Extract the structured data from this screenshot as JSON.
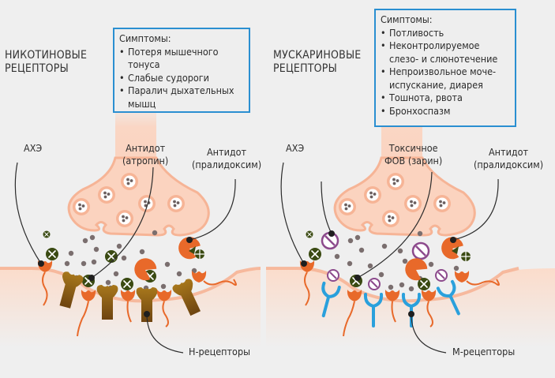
{
  "left_panel": {
    "title_line1": "НИКОТИНОВЫЕ",
    "title_line2": "РЕЦЕПТОРЫ",
    "symptoms": {
      "header": "Симптомы:",
      "items": [
        "Потеря мышечного тонуса",
        "Слабые судороги",
        "Паралич дыхательных мышц"
      ]
    },
    "labels": {
      "ache": "АХЭ",
      "antidote_atropine_line1": "Антидот",
      "antidote_atropine_line2": "(атропин)",
      "antidote_pralidoxime_line1": "Антидот",
      "antidote_pralidoxime_line2": "(пралидоксим)",
      "receptors": "Н-рецепторы"
    }
  },
  "right_panel": {
    "title_line1": "МУСКАРИНОВЫЕ",
    "title_line2": "РЕЦЕПТОРЫ",
    "symptoms": {
      "header": "Симптомы:",
      "items": [
        "Потливость",
        "Неконтролируемое слезо- и слюнотечение",
        "Непроизвольное моче-испускание, диарея",
        "Тошнота, рвота",
        "Бронхоспазм"
      ]
    },
    "labels": {
      "ache": "АХЭ",
      "toxic_line1": "Токсичное",
      "toxic_line2": "ФОВ (зарин)",
      "antidote_pralidoxime_line1": "Антидот",
      "antidote_pralidoxime_line2": "(пралидоксим)",
      "receptors": "М-рецепторы"
    }
  },
  "colors": {
    "box_border": "#2a8fd1",
    "neuron": "#fbd3bf",
    "neuron_edge": "#f6b496",
    "enzyme": "#e8692a",
    "n_receptor": "#8a5a14",
    "m_receptor": "#2aa0dc",
    "atropine": "#3a4a12",
    "sarin": "#8c4a8c",
    "acetylcholine": "#7a6e6e"
  }
}
